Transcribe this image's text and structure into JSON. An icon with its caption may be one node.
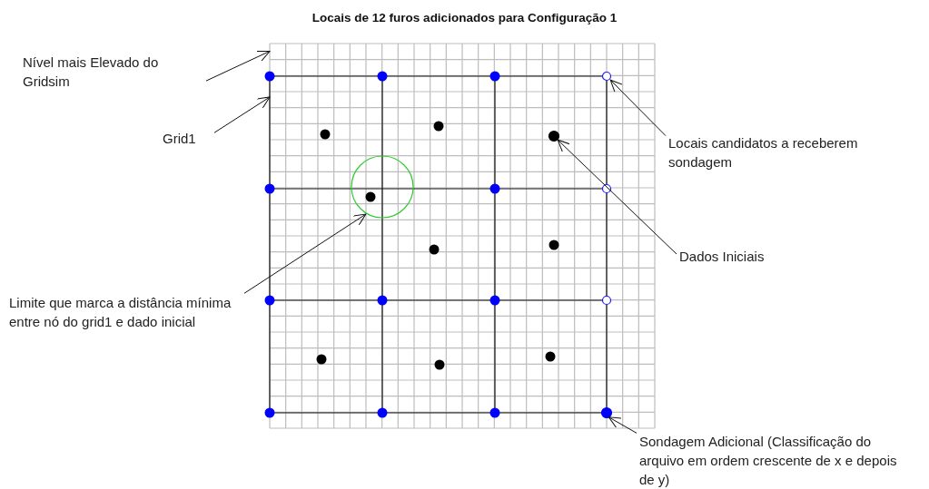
{
  "diagram": {
    "title": "Locais de 12 furos adicionados para Configuração 1",
    "nodes": [
      {
        "text": [
          "Nível mais Elevado do Gridsim"
        ]
      },
      {
        "text": [
          "Grid1"
        ]
      },
      {
        "text": [],
        "shape": "box"
      },
      {
        "text": [],
        "shape": "box",
        "in": 2
      },
      {
        "text": [
          "Limite que marca a distância mínima entre nó do grid1 e dado inicial"
        ]
      },
      {
        "text": [],
        "shape": "circle",
        "in": 3
      },
      {
        "text": [
          "Locais candidatos a receberem sondagem"
        ]
      },
      {
        "text": [],
        "shape": "circle",
        "in": 2
      },
      {
        "text": [
          "Dados Iniciais"
        ]
      },
      {
        "text": [],
        "shape": "circle",
        "in": 3
      },
      {
        "text": [
          "Sondagem Adicional (Classificação do arquivo em ordem crescente de x e depois de y)"
        ]
      },
      {
        "text": [],
        "shape": "circle",
        "in": 2
      }
    ],
    "edges": [
      {
        "from": 0,
        "to": 2,
        "arrow": "to"
      },
      {
        "from": 1,
        "to": 3,
        "arrow": "to"
      },
      {
        "from": 4,
        "to": 5,
        "arrow": "to"
      },
      {
        "from": 6,
        "to": 7,
        "arrow": "to"
      },
      {
        "from": 8,
        "to": 9,
        "arrow": "to"
      },
      {
        "from": 10,
        "to": 11,
        "arrow": "to"
      }
    ]
  }
}
